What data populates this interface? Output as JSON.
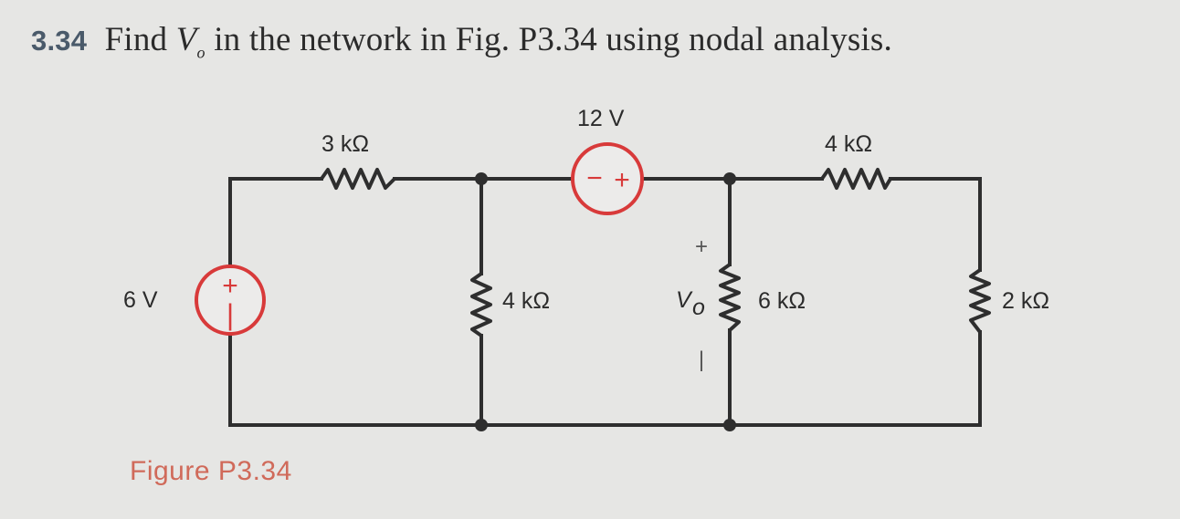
{
  "problem": {
    "number": "3.34",
    "text_before": "Find",
    "variable": "V",
    "subscript": "o",
    "text_after": "in the network in Fig. P3.34 using nodal analysis."
  },
  "figure_caption": "Figure P3.34",
  "circuit": {
    "source_left_label": "6 V",
    "source_top_label": "12 V",
    "res_top_left_label": "3 kΩ",
    "res_top_right_label": "4 kΩ",
    "res_mid_left_label": "4 kΩ",
    "res_mid_right_label": "6 kΩ",
    "res_far_right_label": "2 kΩ",
    "vo_label": "V",
    "vo_subscript": "o",
    "plus_sign": "+",
    "minus_sign": "−"
  },
  "colors": {
    "source": "#d83a3a",
    "wire": "#2e2e2e",
    "caption": "#d06a5a"
  }
}
